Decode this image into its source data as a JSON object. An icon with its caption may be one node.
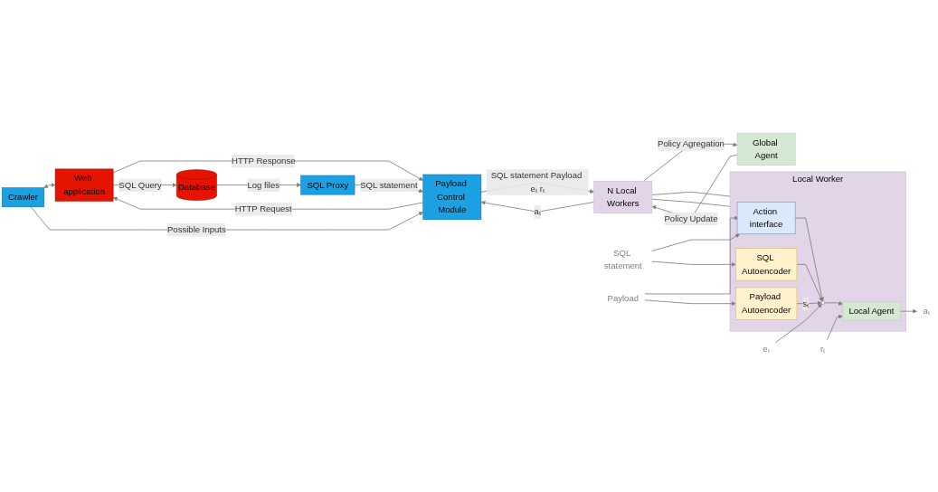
{
  "diagram": {
    "nodes": [
      {
        "text": [
          "Crawler"
        ]
      },
      {
        "text": [
          "Web application"
        ]
      },
      {
        "text": [
          "Payload Control Module"
        ]
      },
      {
        "text": [
          "N Local Workers"
        ]
      },
      {
        "text": [
          "Global Agent"
        ]
      },
      {
        "text": [
          "Database"
        ]
      },
      {
        "text": [
          "SQL Proxy"
        ]
      },
      {
        "text": [
          "Local Worker"
        ]
      },
      {
        "text": [
          "Action interface"
        ],
        "in": 7
      },
      {
        "text": [
          "SQL Autoencoder"
        ],
        "in": 7
      },
      {
        "text": [
          "Payload Autoencoder"
        ],
        "in": 7
      },
      {
        "text": [],
        "shape": "circle",
        "in": 7
      },
      {
        "text": [
          "Local Agent"
        ],
        "in": 7
      },
      {
        "text": [
          "rₜ"
        ]
      },
      {
        "text": [
          "SQL statement"
        ]
      },
      {
        "text": [
          "Payload"
        ]
      },
      {
        "text": [
          "eₜ"
        ]
      },
      {
        "text": [
          "aₜ"
        ]
      }
    ],
    "edges": [
      {
        "from": 0,
        "to": 1,
        "arrow": "both"
      },
      {
        "from": 0,
        "to": 2,
        "arrow": "to",
        "label": "Possible Inputs"
      },
      {
        "from": 1,
        "to": 2,
        "arrow": "to",
        "label": "HTTP Response"
      },
      {
        "from": 2,
        "to": 1,
        "arrow": "to",
        "label": "HTTP Request"
      },
      {
        "from": 1,
        "to": 5,
        "arrow": "to",
        "label": "SQL Query"
      },
      {
        "from": 5,
        "to": 6,
        "arrow": "to",
        "label": "Log files"
      },
      {
        "from": 6,
        "to": 2,
        "arrow": "to",
        "label": "SQL statement"
      },
      {
        "from": 3,
        "to": 2,
        "arrow": "to",
        "label": "aₜ"
      },
      {
        "from": 2,
        "to": 3,
        "arrow": "to",
        "label": "SQL statement Payload eₜ rₜ"
      },
      {
        "from": 4,
        "to": 3,
        "arrow": "to",
        "label": "Policy Update"
      },
      {
        "from": 3,
        "to": 4,
        "arrow": "to",
        "label": "Policy Agregation"
      },
      {
        "from": 3,
        "to": 7,
        "arrow": "none"
      },
      {
        "from": 3,
        "to": 7,
        "arrow": "none"
      },
      {
        "from": 13,
        "to": 12,
        "arrow": "to"
      },
      {
        "from": 14,
        "to": 8,
        "arrow": "to"
      },
      {
        "from": 14,
        "to": 9,
        "arrow": "to"
      },
      {
        "from": 15,
        "to": 8,
        "arrow": "to"
      },
      {
        "from": 15,
        "to": 10,
        "arrow": "to"
      },
      {
        "from": 8,
        "to": 11,
        "arrow": "to"
      },
      {
        "from": 9,
        "to": 11,
        "arrow": "to"
      },
      {
        "from": 10,
        "to": 11,
        "arrow": "to",
        "label": "sₜ"
      },
      {
        "from": 16,
        "to": 11,
        "arrow": "to"
      },
      {
        "from": 11,
        "to": 12,
        "arrow": "to"
      },
      {
        "from": 12,
        "to": 17,
        "arrow": "to"
      }
    ]
  }
}
